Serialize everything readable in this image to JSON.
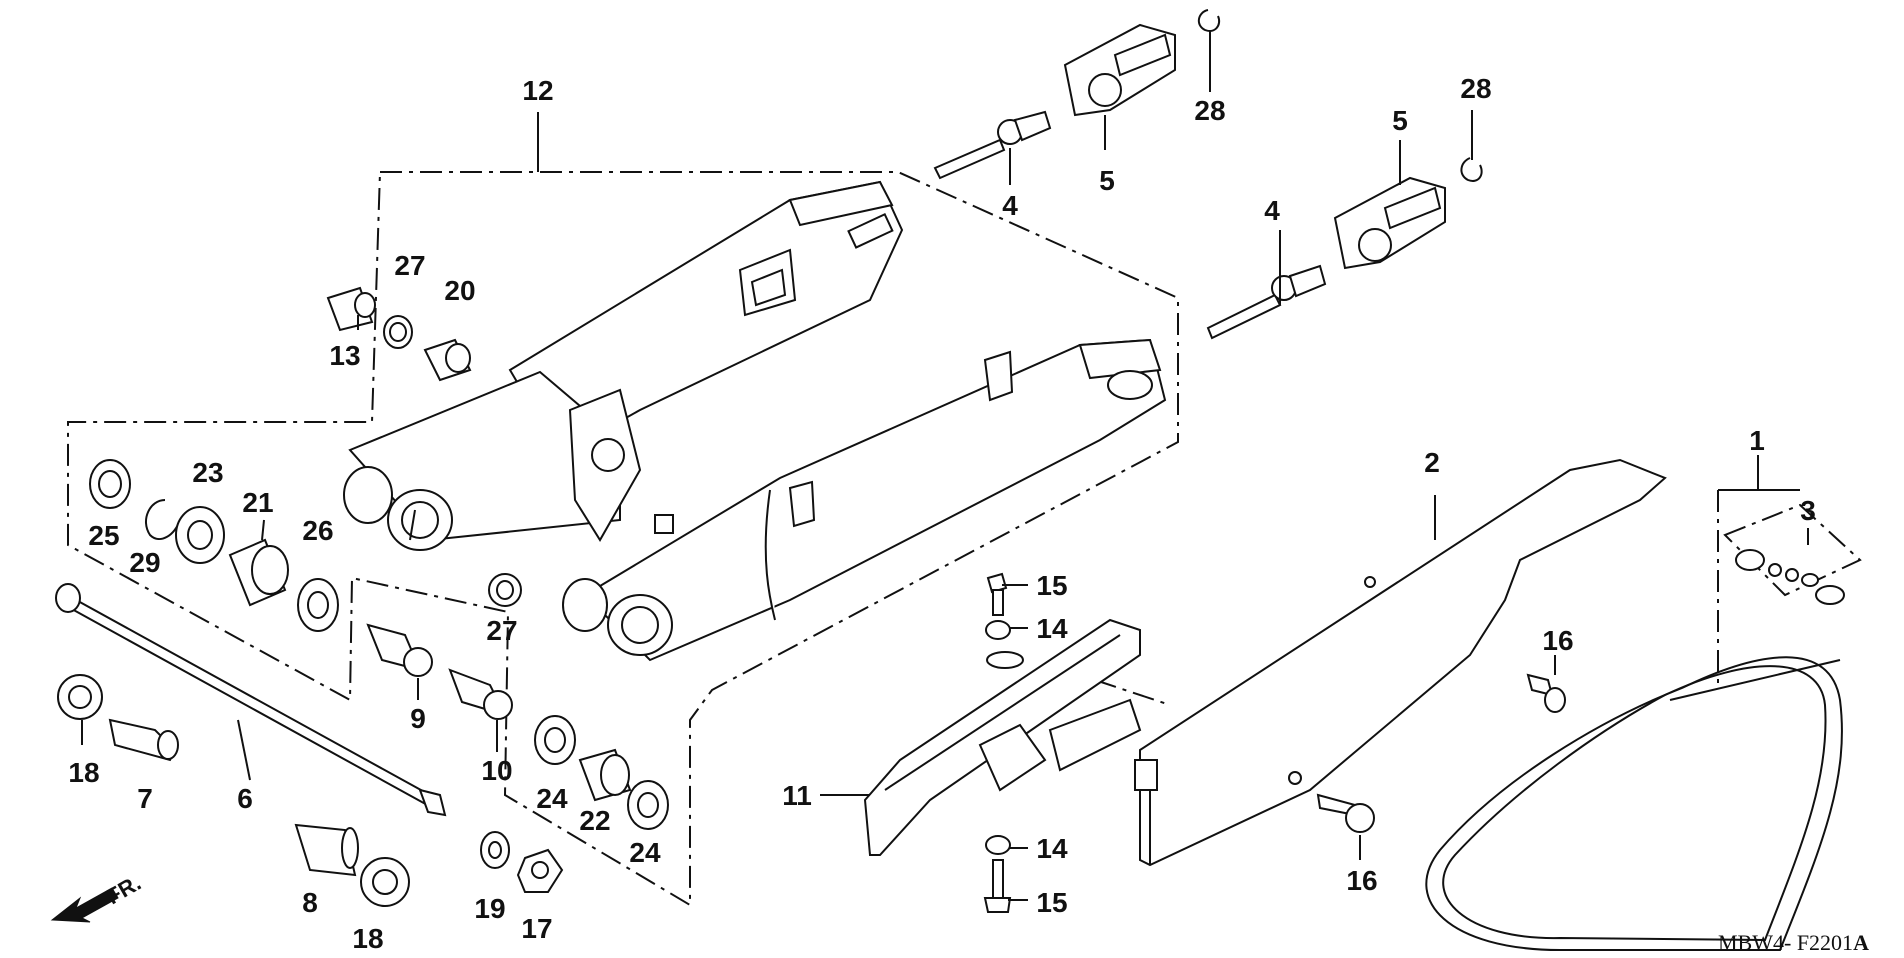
{
  "diagram_code": "MBW4- F2201",
  "diagram_code_suffix": "A",
  "direction_label": "FR.",
  "callouts": {
    "c1": "1",
    "c2": "2",
    "c3": "3",
    "c4a": "4",
    "c4b": "4",
    "c5a": "5",
    "c5b": "5",
    "c6": "6",
    "c7": "7",
    "c8": "8",
    "c9": "9",
    "c10": "10",
    "c11": "11",
    "c12": "12",
    "c13": "13",
    "c14a": "14",
    "c14b": "14",
    "c15a": "15",
    "c15b": "15",
    "c16a": "16",
    "c16b": "16",
    "c17": "17",
    "c18a": "18",
    "c18b": "18",
    "c19": "19",
    "c20": "20",
    "c21": "21",
    "c22": "22",
    "c23": "23",
    "c24a": "24",
    "c24b": "24",
    "c25": "25",
    "c26": "26",
    "c27a": "27",
    "c27b": "27",
    "c28a": "28",
    "c28b": "28",
    "c29": "29"
  }
}
